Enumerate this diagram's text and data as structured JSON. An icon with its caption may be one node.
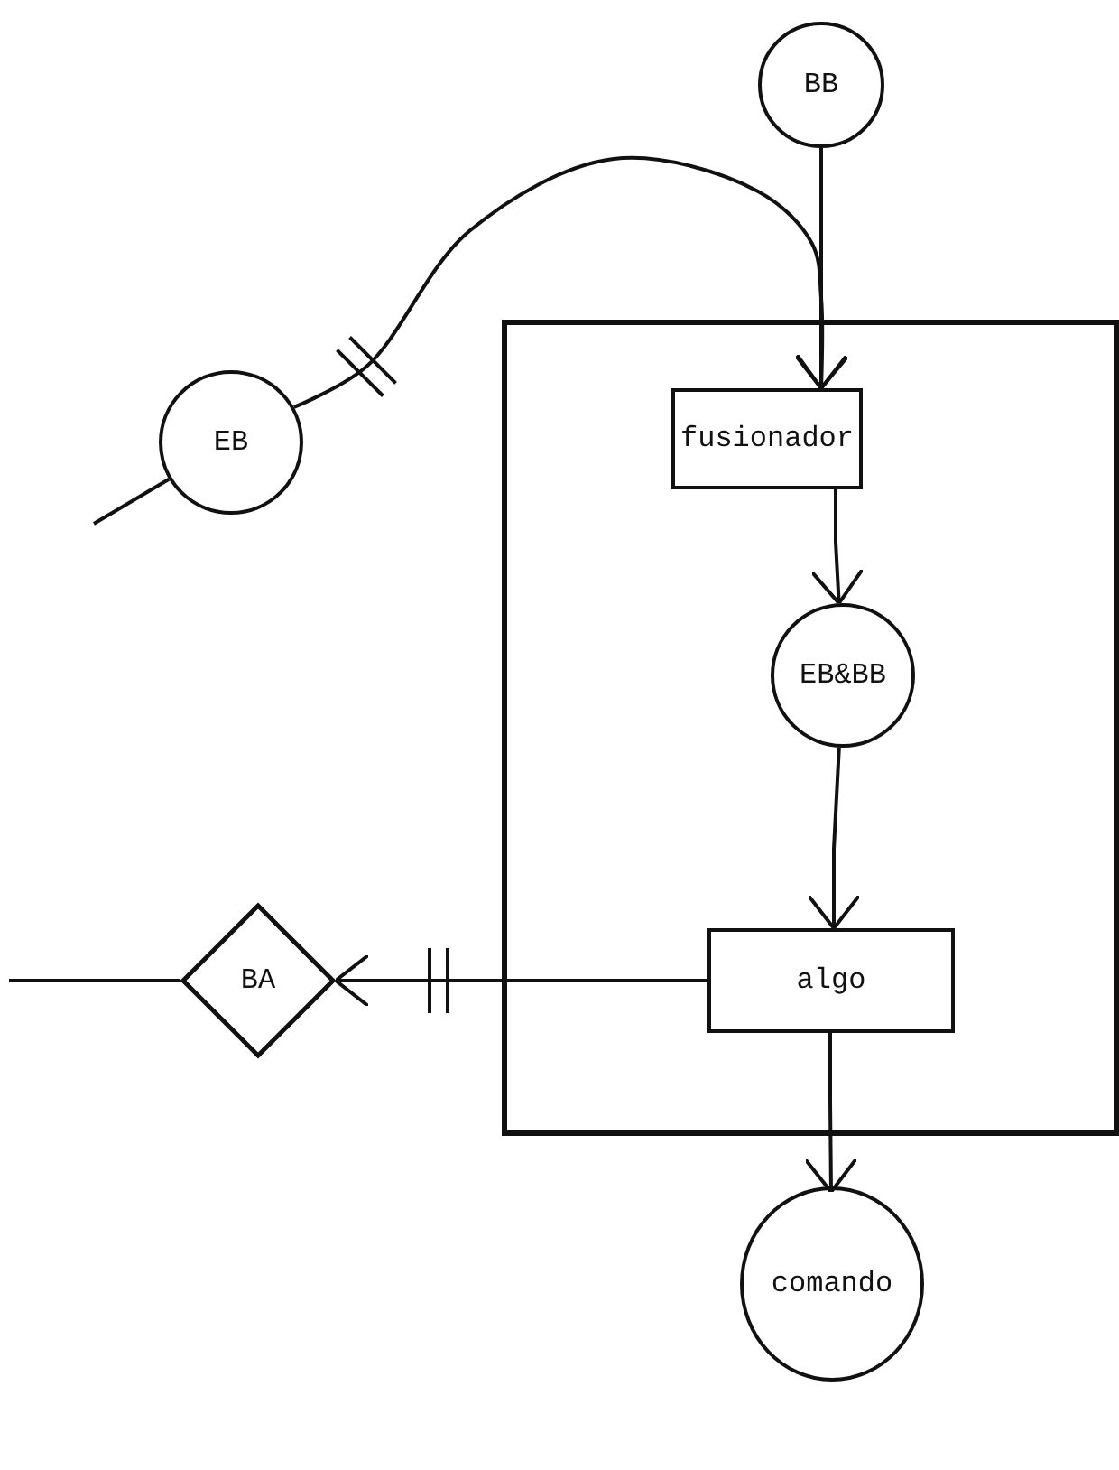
{
  "diagram": {
    "nodes": [
      {
        "text": [
          "BB"
        ]
      },
      {
        "text": [
          "EB"
        ]
      },
      {
        "text": [],
        "shape": "box"
      },
      {
        "text": [
          "fusionador"
        ],
        "in": 2
      },
      {
        "text": [
          "EB&BB"
        ],
        "in": 2
      },
      {
        "text": [
          "BA"
        ]
      },
      {
        "text": [
          "algo"
        ],
        "in": 2
      },
      {
        "text": [
          "comando"
        ]
      }
    ],
    "edges": [
      {
        "from": 0,
        "to": 3,
        "arrow": "to"
      },
      {
        "from": 1,
        "to": 3,
        "arrow": "to"
      },
      {
        "from": null,
        "to": 1,
        "arrow": "none"
      },
      {
        "from": 3,
        "to": 4,
        "arrow": "to"
      },
      {
        "from": 4,
        "to": 6,
        "arrow": "to"
      },
      {
        "from": 6,
        "to": 5,
        "arrow": "to"
      },
      {
        "from": 5,
        "to": null,
        "arrow": "none"
      },
      {
        "from": 6,
        "to": 7,
        "arrow": "to"
      }
    ]
  }
}
